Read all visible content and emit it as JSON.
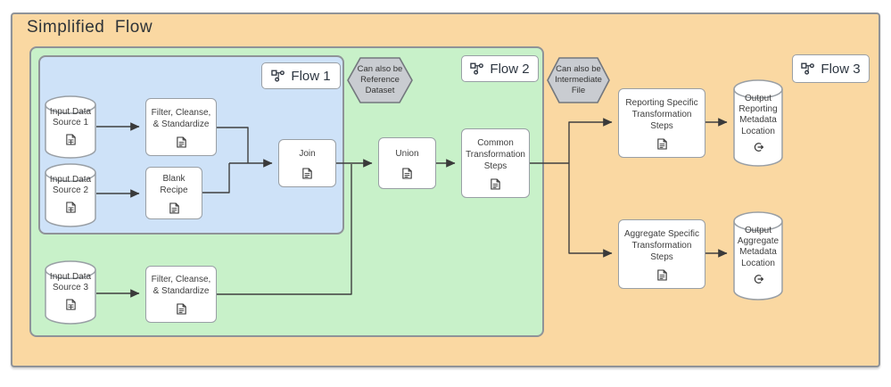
{
  "title": "Simplified  Flow",
  "flows": {
    "flow1": {
      "label": "Flow 1",
      "icon": "flow-branch-icon"
    },
    "flow2": {
      "label": "Flow 2",
      "icon": "flow-branch-icon"
    },
    "flow3": {
      "label": "Flow 3",
      "icon": "flow-branch-icon"
    }
  },
  "callouts": {
    "reference": {
      "label": "Can also be\nReference\nDataset"
    },
    "intermediate": {
      "label": "Can also be\nIntermediate\nFile"
    }
  },
  "nodes": {
    "input1": {
      "label": "Input Data\nSource 1",
      "type": "datastore",
      "icon": "table-file-icon"
    },
    "input2": {
      "label": "Input Data\nSource 2",
      "type": "datastore",
      "icon": "table-file-icon"
    },
    "input3": {
      "label": "Input Data\nSource 3",
      "type": "datastore",
      "icon": "table-file-icon"
    },
    "filter1": {
      "label": "Filter, Cleanse,\n& Standardize",
      "type": "process",
      "icon": "document-icon"
    },
    "blank_recipe": {
      "label": "Blank\nRecipe",
      "type": "process",
      "icon": "document-icon"
    },
    "filter3": {
      "label": "Filter, Cleanse,\n& Standardize",
      "type": "process",
      "icon": "document-icon"
    },
    "join": {
      "label": "Join",
      "type": "process",
      "icon": "document-icon"
    },
    "union": {
      "label": "Union",
      "type": "process",
      "icon": "document-icon"
    },
    "common": {
      "label": "Common\nTransformation\nSteps",
      "type": "process",
      "icon": "document-icon"
    },
    "reporting": {
      "label": "Reporting Specific\nTransformation\nSteps",
      "type": "process",
      "icon": "document-icon"
    },
    "aggregate": {
      "label": "Aggregate Specific\nTransformation\nSteps",
      "type": "process",
      "icon": "document-icon"
    },
    "output_reporting": {
      "label": "Output\nReporting\nMetadata\nLocation",
      "type": "datastore",
      "icon": "export-icon"
    },
    "output_aggregate": {
      "label": "Output\nAggregate\nMetadata\nLocation",
      "type": "datastore",
      "icon": "export-icon"
    }
  },
  "edges": [
    {
      "from": "input1",
      "to": "filter1"
    },
    {
      "from": "input2",
      "to": "blank_recipe"
    },
    {
      "from": "input3",
      "to": "filter3"
    },
    {
      "from": "filter1",
      "to": "join"
    },
    {
      "from": "blank_recipe",
      "to": "join"
    },
    {
      "from": "join",
      "to": "union"
    },
    {
      "from": "filter3",
      "to": "union"
    },
    {
      "from": "union",
      "to": "common"
    },
    {
      "from": "common",
      "to": "reporting"
    },
    {
      "from": "common",
      "to": "aggregate"
    },
    {
      "from": "reporting",
      "to": "output_reporting"
    },
    {
      "from": "aggregate",
      "to": "output_aggregate"
    }
  ],
  "colors": {
    "outer-bg": "#FAD8A2",
    "flow2-area-bg": "#C8F1C9",
    "flow1-area-bg": "#CEE2F8",
    "callout-bg": "#C9CCD1",
    "container-border": "#8f9398",
    "node-border": "#999fa5",
    "callout-border": "#73777D",
    "connector": "#3f3f3f",
    "title-color": "#2e3338",
    "text": "#3e3e3e"
  }
}
